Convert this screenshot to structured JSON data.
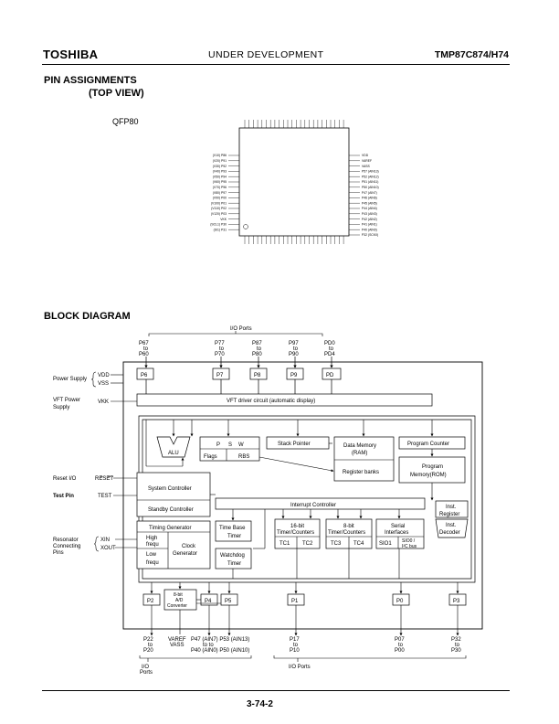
{
  "header": {
    "logo": "TOSHIBA",
    "center": "UNDER DEVELOPMENT",
    "part": "TMP87C874/H74"
  },
  "pin_section": {
    "title": "PIN ASSIGNMENTS",
    "subtitle": "(TOP VIEW)",
    "package": "QFP80",
    "left_pins": [
      "(V10) P86",
      "(V20) P91",
      "(V30) P92",
      "(V40) P93",
      "(V50) P94",
      "(V60) P95",
      "(V70) P96",
      "(V80) P97",
      "(V90) P00",
      "(V100) P01",
      "(V110) P02",
      "(V120) P03",
      "VKK",
      "(SCL1) P30",
      "(SI1) P31"
    ],
    "right_pins": [
      "VDD",
      "VAREF",
      "VASS",
      "P57 (AIN13)",
      "P52 (AIN12)",
      "P51 (AIN11)",
      "P50 (AIN10)",
      "P47 (AIN7)",
      "P46 (AIN6)",
      "P45 (AIN5)",
      "P44 (AIN4)",
      "P43 (AIN3)",
      "P42 (AIN2)",
      "P41 (AIN1)",
      "P40 (AIN0)",
      "P32 (SCK0)"
    ]
  },
  "block_section": {
    "title": "BLOCK DIAGRAM",
    "io_top": "I/O Ports",
    "io_bottom": "I/O Ports",
    "io_bottom_left": "I/O Ports",
    "ports_top": [
      {
        "label": "P6",
        "range": [
          "P67",
          "to",
          "P60"
        ]
      },
      {
        "label": "P7",
        "range": [
          "P77",
          "to",
          "P70"
        ]
      },
      {
        "label": "P8",
        "range": [
          "P87",
          "to",
          "P80"
        ]
      },
      {
        "label": "P9",
        "range": [
          "P97",
          "to",
          "P90"
        ]
      },
      {
        "label": "PD",
        "range": [
          "PD0",
          "to",
          "PD4"
        ]
      }
    ],
    "power_supply": "Power Supply",
    "vdd": "VDD",
    "vss": "VSS",
    "vft_power": [
      "VFT Power",
      "Supply"
    ],
    "vkk": "VKK",
    "vft_driver": "VFT driver circuit (automatic display)",
    "alu": "ALU",
    "psw": {
      "p": "P",
      "s": "S",
      "w": "W"
    },
    "flags": "Flags",
    "rbs": "RBS",
    "stack_pointer": "Stack Pointer",
    "data_memory": [
      "Data Memory",
      "(RAM)"
    ],
    "register_banks": "Register banks",
    "program_counter": "Program Counter",
    "program_memory": [
      "Program",
      "Memory(ROM)"
    ],
    "reset_io": "Reset I/O",
    "reset_pin": "RESET",
    "test_pin": "Test Pin",
    "test": "TEST",
    "system_controller": "System Controller",
    "standby_controller": "Standby Controller",
    "interrupt_controller": "Interrupt Controller",
    "inst_register": [
      "Inst.",
      "Register"
    ],
    "inst_decoder": [
      "Inst.",
      "Decoder"
    ],
    "resonator": [
      "Resonator",
      "Connecting",
      "Pins"
    ],
    "xin": "XIN",
    "xout": "XOUT",
    "timing_generator": "Timing Generator",
    "high_freq": [
      "High",
      "frequ"
    ],
    "low_freq": [
      "Low",
      "frequ"
    ],
    "clock_generator": [
      "Clock",
      "Generator"
    ],
    "time_base_timer": [
      "Time Base",
      "Timer"
    ],
    "watchdog_timer": [
      "Watchdog",
      "Timer"
    ],
    "timer16": [
      "16-bit",
      "Timer/Counters"
    ],
    "timer8": [
      "8-bit",
      "Timer/Counters"
    ],
    "tc1": "TC1",
    "tc2": "TC2",
    "tc3": "TC3",
    "tc4": "TC4",
    "serial": [
      "Serial",
      "Interfaces"
    ],
    "sio1": "SIO1",
    "sio0": [
      "SIO0 /",
      "I²C bus"
    ],
    "adc": [
      "8-bit",
      "A/D",
      "Converter"
    ],
    "ports_bottom": [
      "P2",
      "P4",
      "P5",
      "P1",
      "P0",
      "P3"
    ],
    "bottom_labels": {
      "p2": [
        "P22",
        "to",
        "P20"
      ],
      "vref": [
        "VAREF",
        "VASS"
      ],
      "p45": [
        "P47 (AIN7) P53 (AIN13)",
        "to              to",
        "P40 (AIN0) P50 (AIN10)"
      ],
      "p1": [
        "P17",
        "to",
        "P10"
      ],
      "p0": [
        "P07",
        "to",
        "P00"
      ],
      "p3": [
        "P32",
        "to",
        "P30"
      ]
    }
  },
  "footer": {
    "page": "3-74-2"
  }
}
